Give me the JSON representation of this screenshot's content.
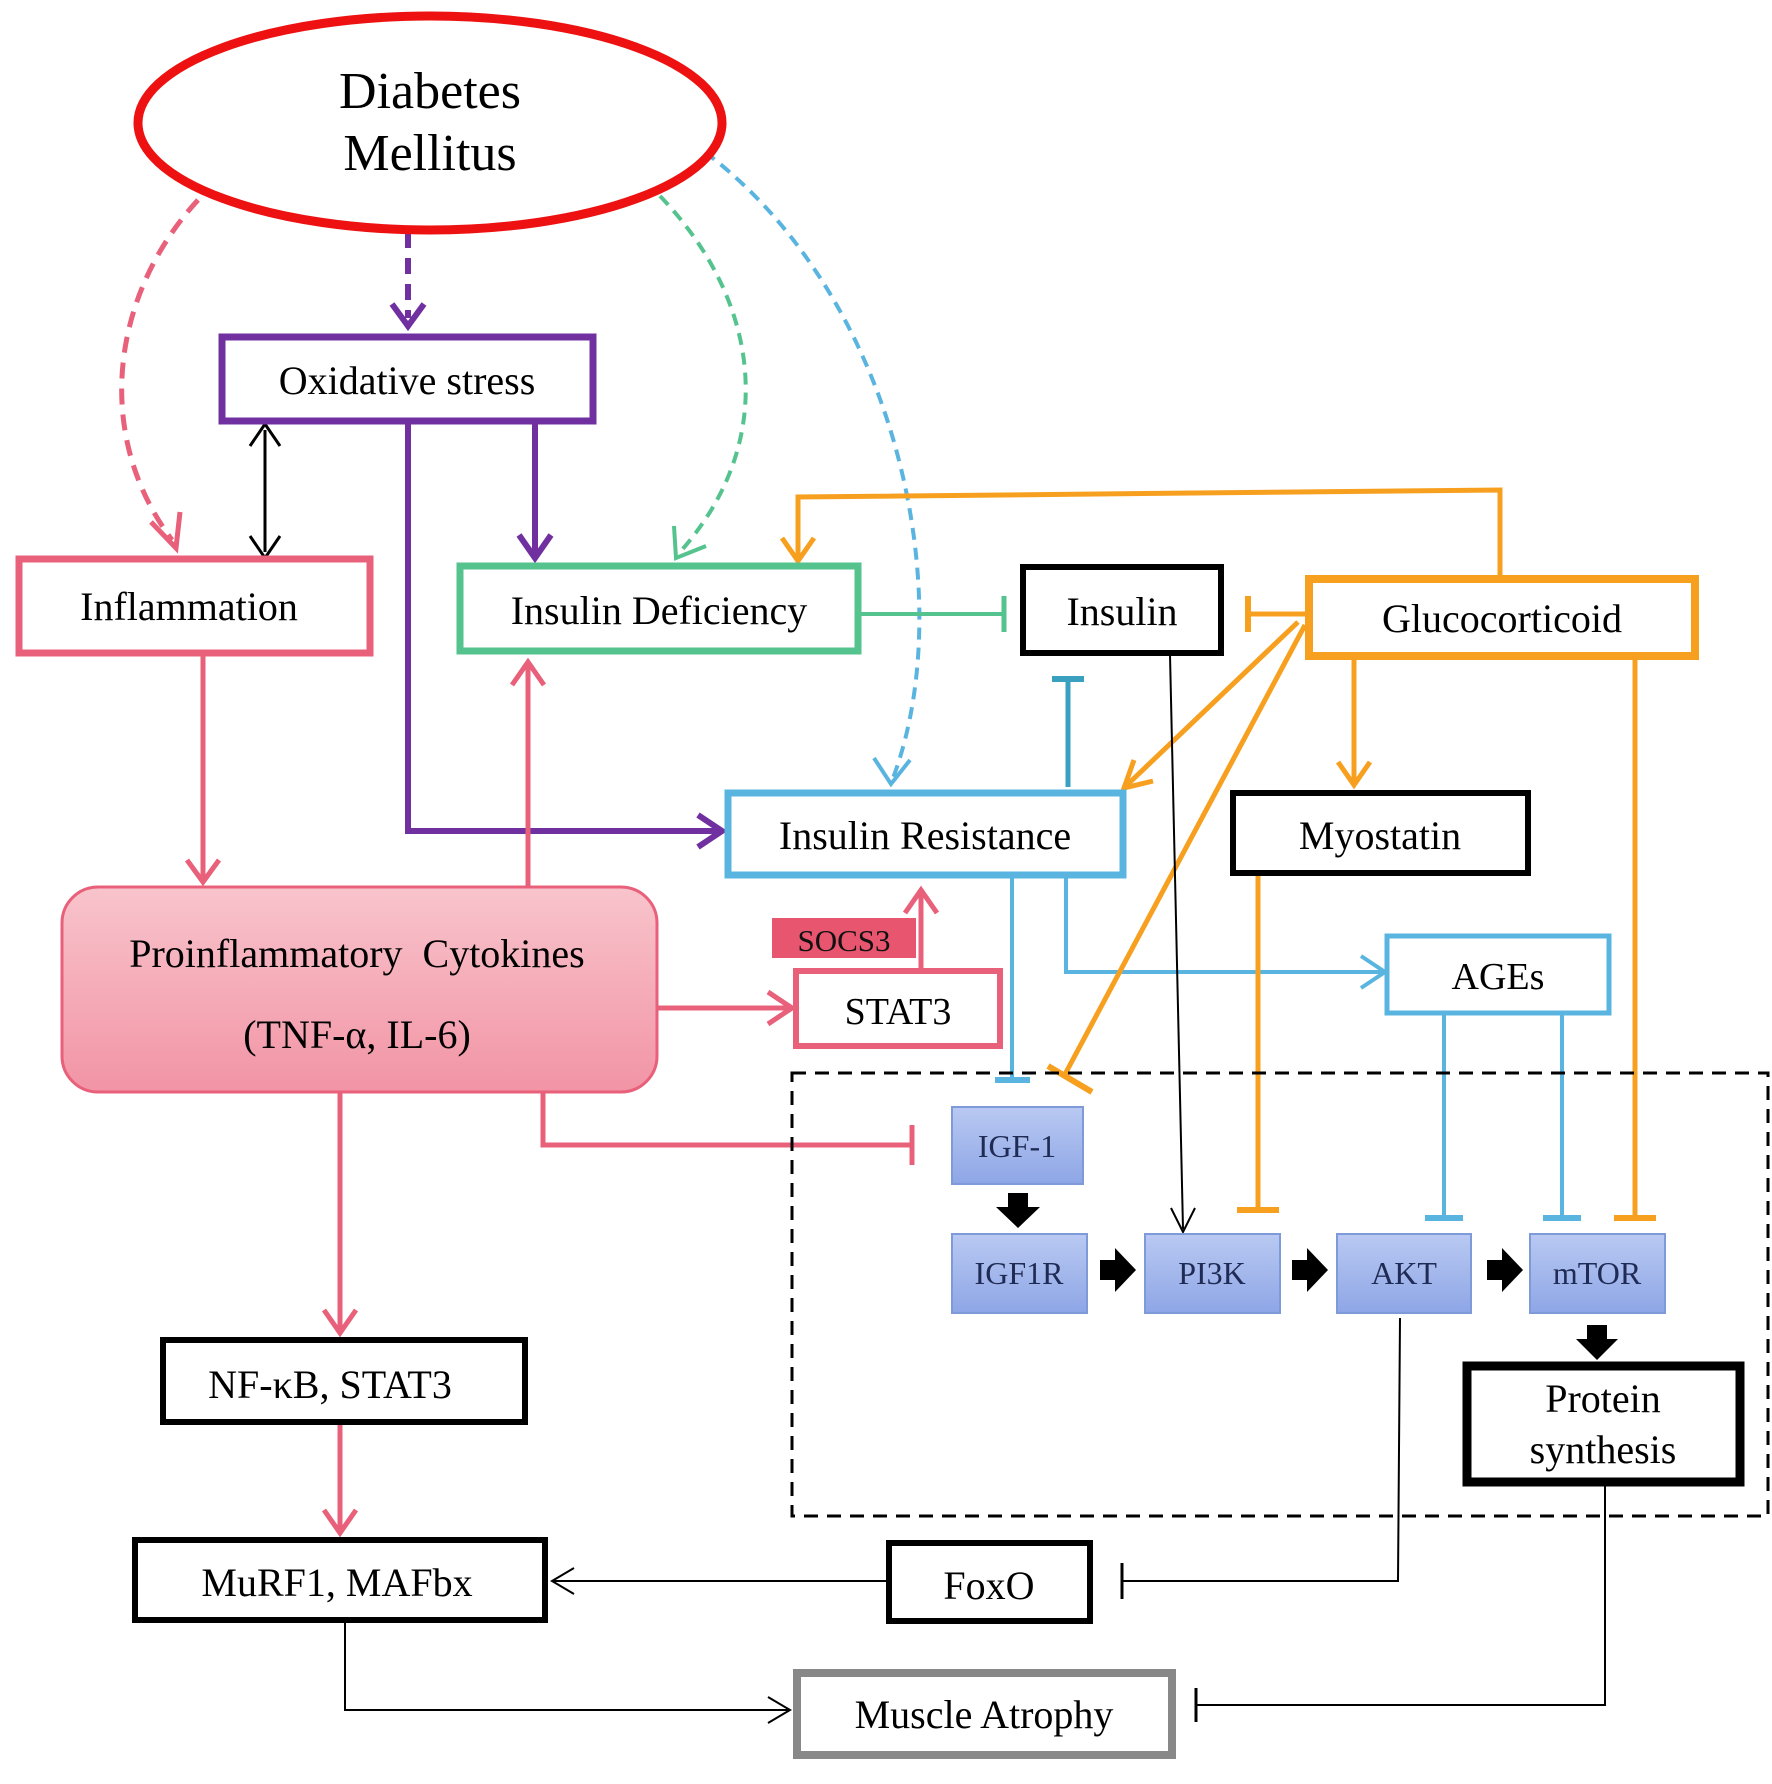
{
  "nodes": {
    "diabetes": {
      "line1": "Diabetes",
      "line2": "Mellitus"
    },
    "oxidative_stress": "Oxidative stress",
    "inflammation": "Inflammation",
    "insulin_deficiency": "Insulin Deficiency",
    "insulin": "Insulin",
    "glucocorticoid": "Glucocorticoid",
    "insulin_resistance": "Insulin Resistance",
    "myostatin": "Myostatin",
    "cytokines": {
      "line1": "Proinflammatory  Cytokines",
      "line2": "(TNF-α, IL-6)"
    },
    "socs3": "SOCS3",
    "stat3": "STAT3",
    "ages": "AGEs",
    "igf1": "IGF-1",
    "igf1r": "IGF1R",
    "pi3k": "PI3K",
    "akt": "AKT",
    "mtor": "mTOR",
    "protein_synthesis": {
      "line1": "Protein",
      "line2": "synthesis"
    },
    "nfkb": "NF-κB, STAT3",
    "murf1": "MuRF1, MAFbx",
    "foxo": "FoxO",
    "muscle_atrophy": "Muscle Atrophy"
  },
  "colors": {
    "diabetes": "#ee1111",
    "oxidative": "#7030a0",
    "inflammatory": "#e8607a",
    "insulin_deficiency": "#55c38e",
    "insulin_resistance": "#5ab4e0",
    "glucocorticoid": "#f7a020",
    "pathway_fill": "#9fb4ea",
    "socs3_fill": "#e8556e",
    "cytokine_fill": "#f4a0ae",
    "atrophy_border": "#888888"
  }
}
